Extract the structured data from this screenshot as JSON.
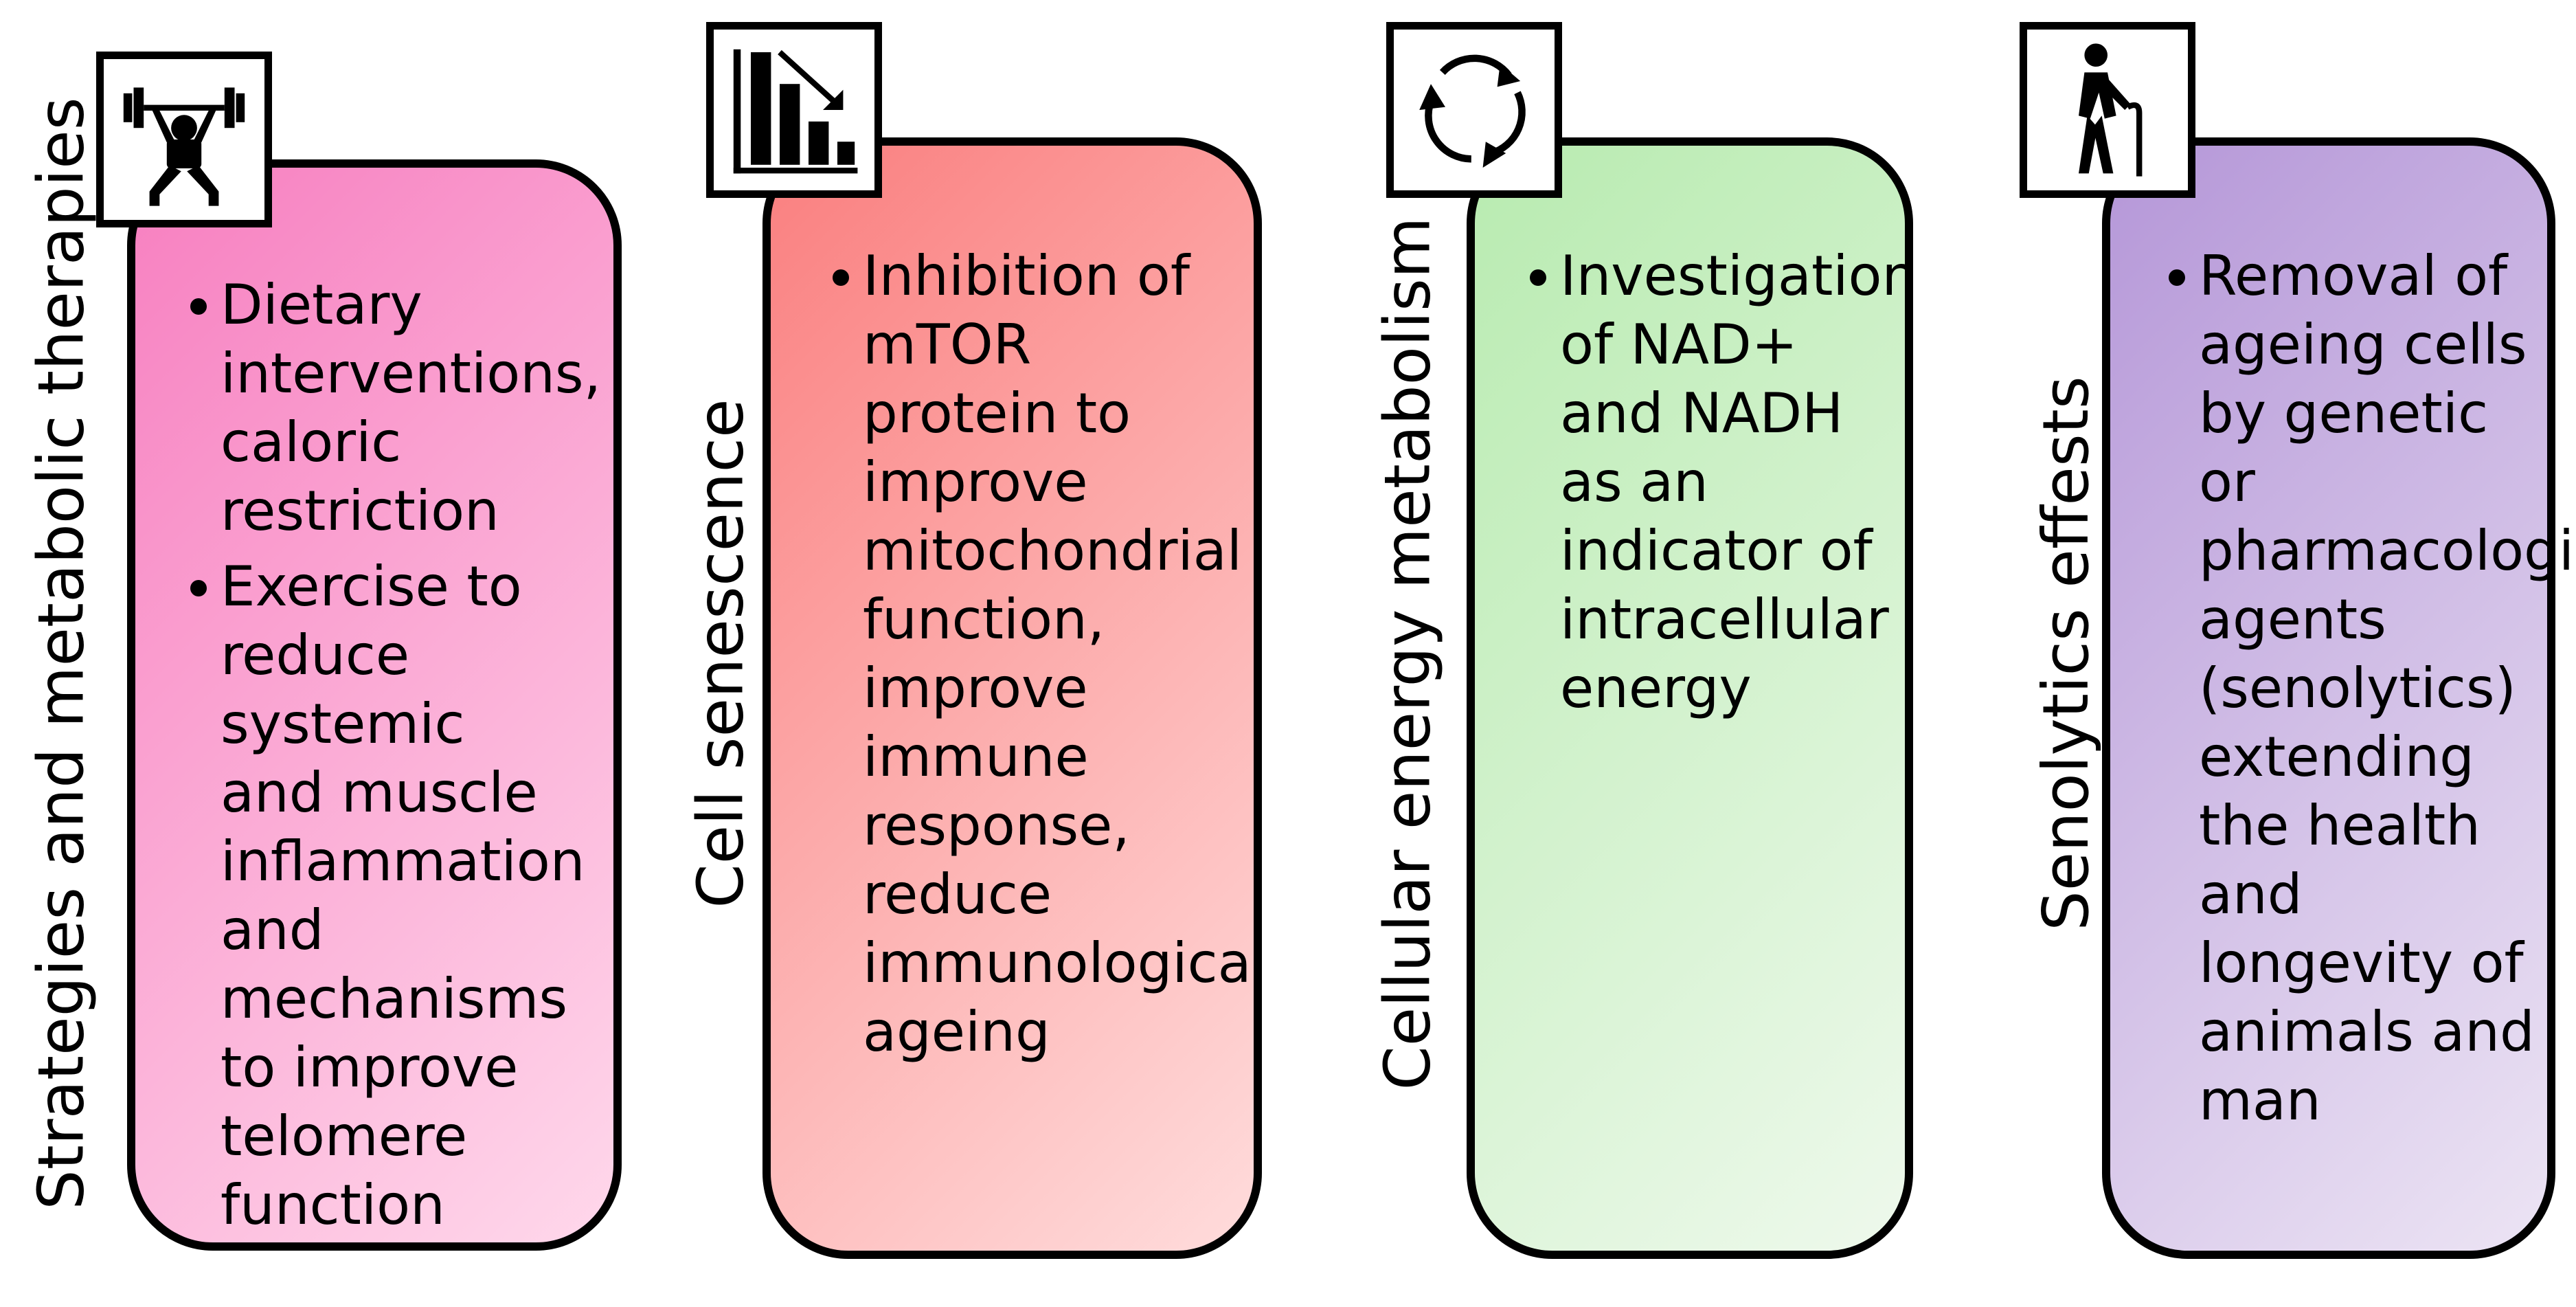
{
  "panels": [
    {
      "title": "Strategies and metabolic therapies",
      "icon": "weightlifter-icon",
      "gradient": [
        "#f77fc0",
        "#ffd8eb"
      ],
      "bullets": [
        "Dietary interventions, caloric restriction",
        "Exercise to reduce systemic and muscle inflammation and mechanisms to improve telomere function"
      ]
    },
    {
      "title": "Cell senescence",
      "icon": "declining-bar-chart-icon",
      "gradient": [
        "#fa7f7f",
        "#ffdcdc"
      ],
      "bullets": [
        "Inhibition of mTOR protein to improve mitochondrial function, improve immune response, reduce immunological ageing"
      ]
    },
    {
      "title": "Cellular energy metabolism",
      "icon": "cycle-arrows-icon",
      "gradient": [
        "#b8ebb0",
        "#eef9ec"
      ],
      "bullets": [
        "Investigation of NAD+ and NADH as an indicator of intracellular energy"
      ]
    },
    {
      "title": "Senolytics effests",
      "icon": "elderly-person-cane-icon",
      "gradient": [
        "#b597d8",
        "#ece4f4"
      ],
      "bullets": [
        "Removal of ageing cells by genetic or pharmacological agents (senolytics) extending the health and longevity of animals and man"
      ]
    }
  ]
}
